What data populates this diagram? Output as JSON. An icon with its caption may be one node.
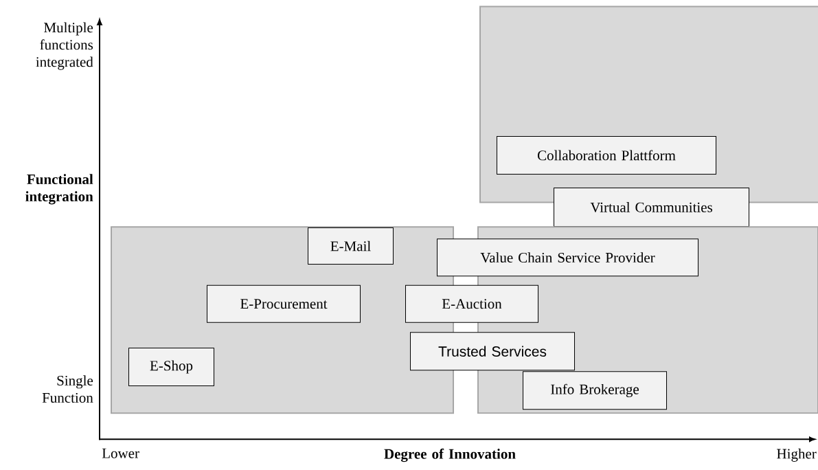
{
  "diagram": {
    "nodes": [
      {
        "text": [],
        "shape": "box"
      },
      {
        "text": [
          "Collaboration Plattform"
        ],
        "in": 0
      },
      {
        "text": [
          "Virtual Communities"
        ]
      },
      {
        "text": [],
        "shape": "box"
      },
      {
        "text": [
          "E-Mail"
        ],
        "in": 3
      },
      {
        "text": [],
        "shape": "box"
      },
      {
        "text": [
          "Value Chain Service Provider"
        ]
      },
      {
        "text": [
          "E-Procurement"
        ],
        "in": 3
      },
      {
        "text": [
          "E-Auction"
        ]
      },
      {
        "text": [
          "Trusted Services"
        ]
      },
      {
        "text": [
          "E-Shop"
        ],
        "in": 3
      },
      {
        "text": [
          "Info Brokerage"
        ],
        "in": 5
      }
    ],
    "labels": [
      "Multiple functions integrated",
      "Functional integration",
      "Single Function",
      "Lower",
      "Degree of Innovation",
      "Higher"
    ]
  }
}
